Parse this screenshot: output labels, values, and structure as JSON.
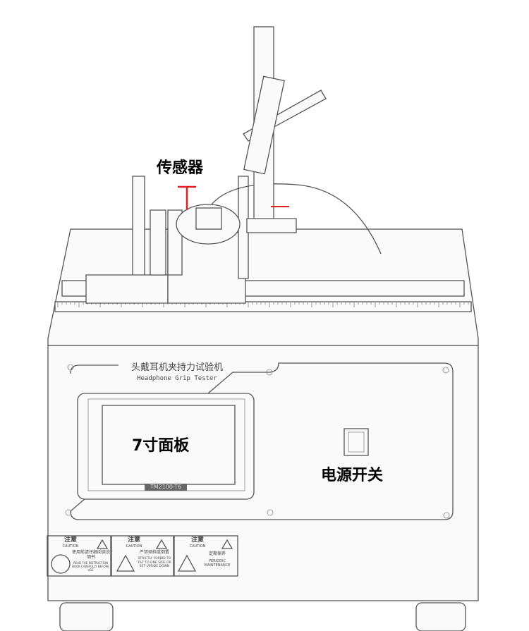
{
  "callouts": {
    "sensor": "传感器",
    "panel": "7寸面板",
    "power_switch": "电源开关"
  },
  "nameplate": {
    "title_cn": "头戴耳机夹持力试验机",
    "title_en": "Headphone Grip Tester"
  },
  "screen_model": "TM2100-T6",
  "warning_labels": [
    {
      "header_cn": "注意",
      "header_en": "CAUTION",
      "text_cn": "使用前请仔细阅读说明书",
      "text_en": "READ THE INSTRUCTION BOOK CAREFULLY BEFORE USE"
    },
    {
      "header_cn": "注意",
      "header_en": "CAUTION",
      "text_cn": "严禁倾斜或倒置",
      "text_en": "STRICTLY FORBID TO TILT TO ONE SIDE OR SET UPSIDE DOWN"
    },
    {
      "header_cn": "注意",
      "header_en": "CAUTION",
      "text_cn": "定期保养",
      "text_en": "PERIODIC MAINTENANCE"
    }
  ],
  "colors": {
    "callout_line": "#e02020",
    "drawing_line": "#555555"
  }
}
